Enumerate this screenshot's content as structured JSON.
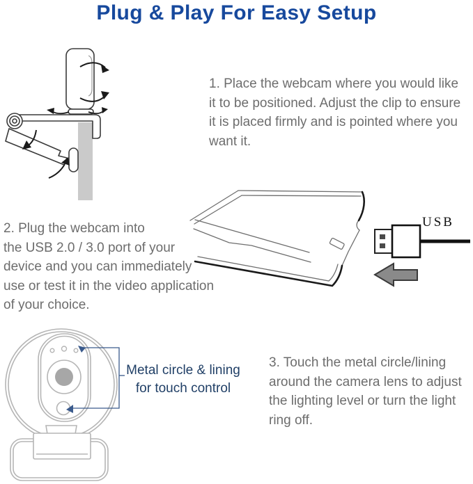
{
  "title": {
    "text": "Plug & Play For Easy Setup",
    "color": "#17499d"
  },
  "steps": {
    "one": {
      "lines": [
        "1. Place the webcam where you would like",
        "it to be positioned. Adjust the clip to ensure",
        "it is placed firmly and is pointed where you",
        "want it."
      ]
    },
    "two": {
      "lines": [
        "2. Plug the webcam into",
        "the USB 2.0 / 3.0 port of your",
        "device and you can immediately",
        "use or test it in the video application",
        "of your choice."
      ]
    },
    "three": {
      "lines": [
        "3. Touch the metal circle/lining",
        "around the camera lens to adjust",
        "the lighting level or turn the light",
        "ring off."
      ]
    }
  },
  "callout": {
    "lines": [
      "Metal circle & lining",
      "for touch control"
    ],
    "color": "#203f66"
  },
  "usb_plug": {
    "label": "USB"
  },
  "illustrations": {
    "webcam_side": "webcam on monitor clip, side view with tilt / swivel rotation arrows",
    "laptop": "laptop corner line drawing with side USB port",
    "usb_plug": "USB plug with cable and gray arrow pointing at port",
    "webcam_front": "webcam front view with light ring, lens and touch button on clip stand"
  },
  "colors": {
    "body_text": "#6d6d6d",
    "monitor_gray": "#cacaca",
    "arrow_gray": "#8a8a8a",
    "lens_gray": "#a7a7a7",
    "leader_blue": "#3a5a8c"
  }
}
